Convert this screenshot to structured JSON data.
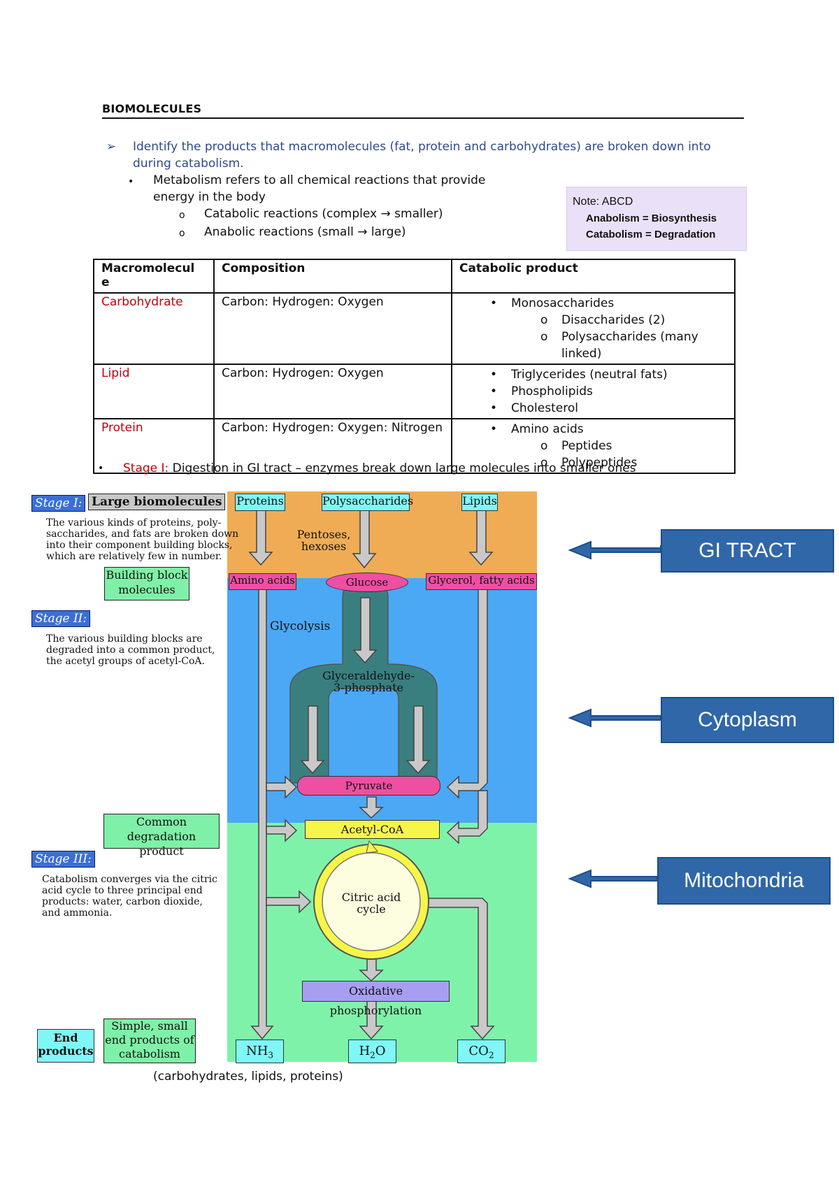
{
  "heading": "BIOMOLECULES",
  "objective": "Identify the products that macromolecules (fat, protein and carbohydrates) are broken down into during catabolism.",
  "objective_marker": "➢",
  "metabolism": {
    "line1": "Metabolism refers to all chemical reactions that provide",
    "line2": "energy in the body",
    "catabolic": "Catabolic reactions (complex → smaller)",
    "anabolic": "Anabolic reactions (small → large)"
  },
  "note": {
    "title": "Note: ABCD",
    "anabolism": "Anabolism = Biosynthesis",
    "catabolism": "Catabolism = Degradation"
  },
  "table": {
    "headers": [
      "Macromolecul e",
      "Composition",
      "Catabolic product"
    ],
    "rows": [
      {
        "name": "Carbohydrate",
        "composition": "Carbon: Hydrogen: Oxygen",
        "items": [
          {
            "text": "Monosaccharides",
            "level": 1
          },
          {
            "text": "Disaccharides (2)",
            "level": 2
          },
          {
            "text": "Polysaccharides (many linked)",
            "level": 2
          }
        ]
      },
      {
        "name": "Lipid",
        "composition": "Carbon: Hydrogen: Oxygen",
        "items": [
          {
            "text": "Triglycerides (neutral fats)",
            "level": 1
          },
          {
            "text": "Phospholipids",
            "level": 1
          },
          {
            "text": "Cholesterol",
            "level": 1
          }
        ]
      },
      {
        "name": "Protein",
        "composition": "Carbon: Hydrogen: Oxygen: Nitrogen",
        "items": [
          {
            "text": "Amino acids",
            "level": 1
          },
          {
            "text": "Peptides",
            "level": 2
          },
          {
            "text": "Polypeptides",
            "level": 2
          }
        ]
      }
    ]
  },
  "stage_line": {
    "label": "Stage I:",
    "text": " Digestion in GI tract – enzymes break down large molecules into smaller ones"
  },
  "diagram": {
    "stage1": "Stage I:",
    "stage1_title": "Large biomolecules",
    "stage1_desc": [
      "The various kinds of proteins, poly-",
      "saccharides, and fats are broken down",
      "into their component building blocks,",
      "which are relatively few in number."
    ],
    "building_block": [
      "Building block",
      "molecules"
    ],
    "stage2": "Stage II:",
    "stage2_desc": [
      "The various building blocks are",
      "degraded into a common product,",
      "the acetyl groups of acetyl-CoA."
    ],
    "common": [
      "Common",
      "degradation product"
    ],
    "stage3": "Stage III:",
    "stage3_desc": [
      "Catabolism converges via the citric",
      "acid cycle to three principal end",
      "products: water, carbon dioxide,",
      "and ammonia."
    ],
    "end_products": [
      "End",
      "products"
    ],
    "simple": [
      "Simple, small",
      "end products of",
      "catabolism"
    ],
    "proteins": "Proteins",
    "polysaccharides": "Polysaccharides",
    "lipids": "Lipids",
    "pentoses": [
      "Pentoses,",
      "hexoses"
    ],
    "amino_acids": "Amino acids",
    "glucose": "Glucose",
    "glycerol": "Glycerol, fatty acids",
    "glycolysis": "Glycolysis",
    "g3p": [
      "Glyceraldehyde-",
      "3-phosphate"
    ],
    "pyruvate": "Pyruvate",
    "acetyl": "Acetyl-CoA",
    "citric": [
      "Citric acid",
      "cycle"
    ],
    "oxphos": "Oxidative phosphorylation",
    "nh3": "NH3",
    "h2o": "H2O",
    "co2": "CO2",
    "colors": {
      "gi": "#f0ac55",
      "cyto": "#4ba8f5",
      "mito": "#7ff2a9",
      "channel": "#3a7f80"
    }
  },
  "callouts": [
    "GI TRACT",
    "Cytoplasm",
    "Mitochondria"
  ],
  "caption": "(carbohydrates, lipids, proteins)"
}
